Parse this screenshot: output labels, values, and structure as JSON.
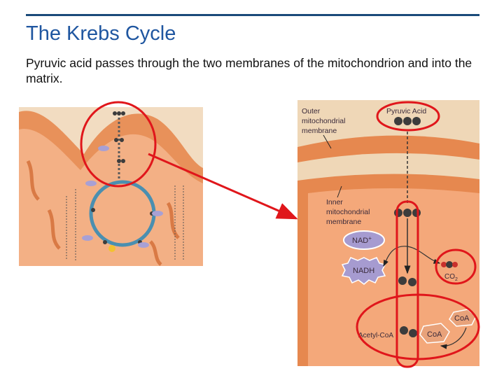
{
  "slide": {
    "title": "The Krebs Cycle",
    "body": "Pyruvic acid passes through the two membranes of the mitochondrion and into the matrix."
  },
  "diagram": {
    "outer_membrane_label": [
      "Outer",
      "mitochondrial",
      "membrane"
    ],
    "inner_membrane_label": [
      "Inner",
      "mitochondrial",
      "membrane"
    ],
    "pyruvic_acid_label": "Pyruvic Acid",
    "nad_label": "NAD",
    "nad_superscript": "+",
    "nadh_label": "NADH",
    "co2_label": "CO",
    "co2_subscript": "2",
    "acetyl_coa_label": "Acetyl-CoA",
    "coa_label_top": "CoA",
    "coa_label_bottom": "CoA"
  },
  "colors": {
    "title": "#1f56a0",
    "rule": "#1a4a7a",
    "highlight": "#e0161b",
    "membrane_orange": "#e6884f",
    "matrix": "#f4a87a",
    "cytoplasm": "#efd7b7",
    "molecule": "#3c3c3c",
    "nad_fill": "#a69bd0"
  }
}
